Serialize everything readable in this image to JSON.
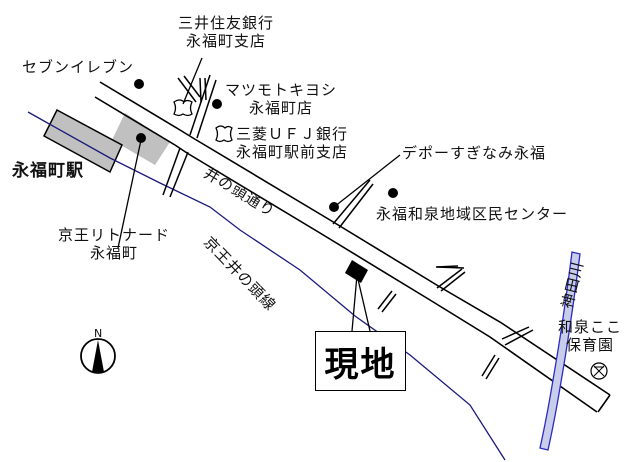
{
  "map": {
    "site_label": "現地",
    "north_label": "N",
    "road_label": "井の頭通り",
    "railway_label": "京王井の頭線",
    "river_label": "神田川",
    "station": {
      "name": "永福町駅"
    },
    "landmarks": [
      {
        "id": "smbc",
        "line1": "三井住友銀行",
        "line2": "永福町支店"
      },
      {
        "id": "seven",
        "line1": "セブンイレブン"
      },
      {
        "id": "matsumoto",
        "line1": "マツモトキヨシ",
        "line2": "永福町店"
      },
      {
        "id": "mufg",
        "line1": "三菱ＵＦＪ銀行",
        "line2": "永福町駅前支店"
      },
      {
        "id": "depot",
        "line1": "デポーすぎなみ永福"
      },
      {
        "id": "center",
        "line1": "永福和泉地域区民センター"
      },
      {
        "id": "litonado",
        "line1": "京王リトナード",
        "line2": "永福町"
      },
      {
        "id": "nursery",
        "line1": "和泉ここ",
        "line2": "保育園"
      }
    ],
    "colors": {
      "road_line": "#000000",
      "railway": "#1a1a7a",
      "river": "#2a2ac8",
      "river_fill": "#c8cdea",
      "building_fill": "#c0c0c0"
    }
  }
}
